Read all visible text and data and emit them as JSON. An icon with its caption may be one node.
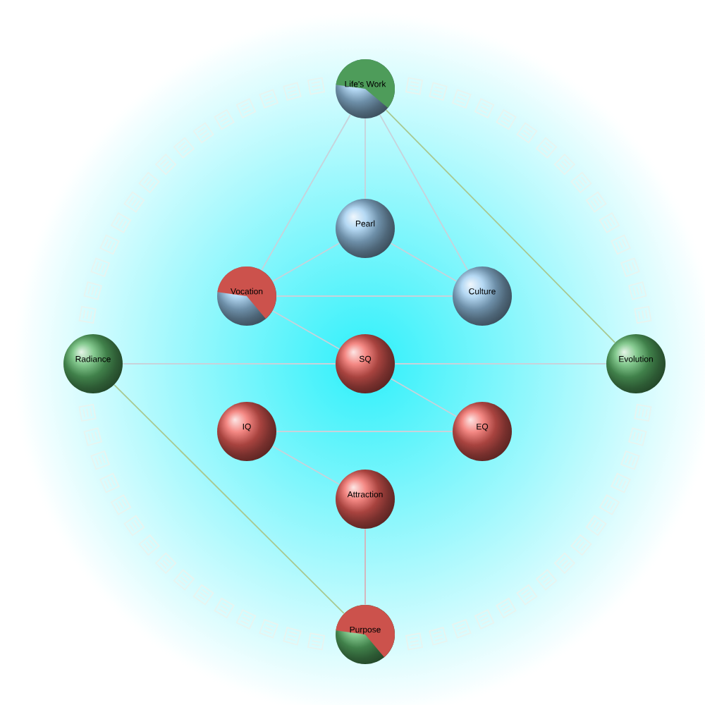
{
  "diagram": {
    "nodes": [
      {
        "text": [
          "Life's Work"
        ]
      },
      {
        "text": [
          "Pearl"
        ]
      },
      {
        "text": [
          "Vocation"
        ]
      },
      {
        "text": [
          "Culture"
        ]
      },
      {
        "text": [
          "Radiance"
        ]
      },
      {
        "text": [
          "SQ"
        ]
      },
      {
        "text": [
          "Evolution"
        ]
      },
      {
        "text": [
          "IQ"
        ]
      },
      {
        "text": [
          "EQ"
        ]
      },
      {
        "text": [
          "Attraction"
        ]
      },
      {
        "text": [
          "Purpose"
        ]
      }
    ],
    "edges": [
      {
        "from": 0,
        "to": 1,
        "arrow": "none"
      },
      {
        "from": 0,
        "to": 2,
        "arrow": "none"
      },
      {
        "from": 0,
        "to": 3,
        "arrow": "none"
      },
      {
        "from": 0,
        "to": 6,
        "arrow": "none",
        "color": "#a8c890"
      },
      {
        "from": 1,
        "to": 2,
        "arrow": "none"
      },
      {
        "from": 1,
        "to": 3,
        "arrow": "none"
      },
      {
        "from": 2,
        "to": 3,
        "arrow": "none"
      },
      {
        "from": 2,
        "to": 5,
        "arrow": "none"
      },
      {
        "from": 4,
        "to": 5,
        "arrow": "none"
      },
      {
        "from": 5,
        "to": 6,
        "arrow": "none"
      },
      {
        "from": 5,
        "to": 8,
        "arrow": "none"
      },
      {
        "from": 7,
        "to": 8,
        "arrow": "none"
      },
      {
        "from": 7,
        "to": 9,
        "arrow": "none"
      },
      {
        "from": 9,
        "to": 10,
        "arrow": "none",
        "color": "#d8b0b8"
      },
      {
        "from": 4,
        "to": 10,
        "arrow": "none",
        "color": "#a8c890"
      }
    ]
  }
}
